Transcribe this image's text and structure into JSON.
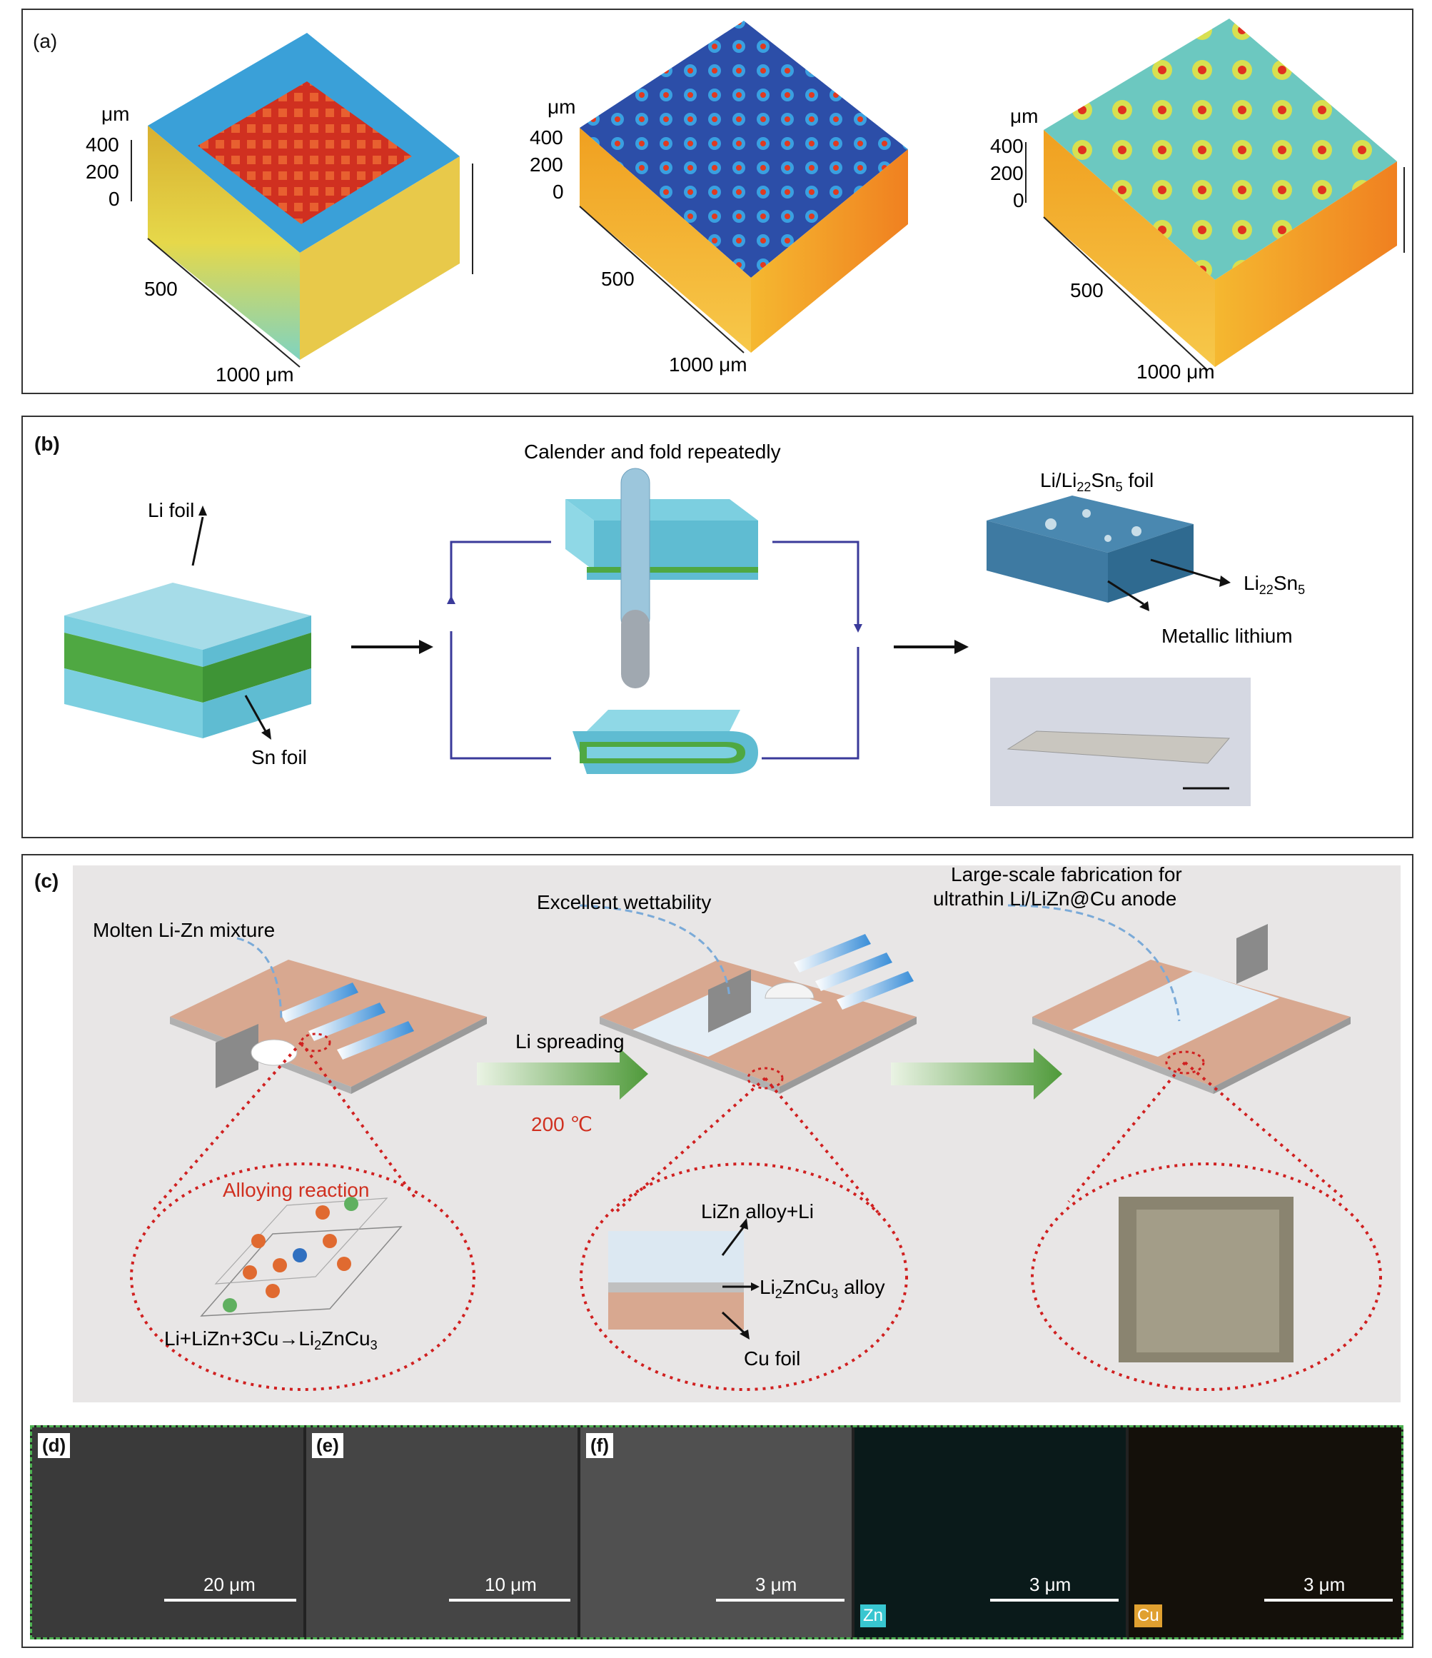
{
  "panel_a": {
    "label": "(a)",
    "plot1": {
      "unit": "μm",
      "z_ticks": [
        "400",
        "200",
        "0"
      ],
      "mid": "500",
      "end": "1000 μm"
    },
    "plot2": {
      "unit": "μm",
      "z_ticks": [
        "400",
        "200",
        "0"
      ],
      "mid": "500",
      "end": "1000 μm"
    },
    "plot3": {
      "unit": "μm",
      "z_ticks": [
        "400",
        "200",
        "0"
      ],
      "mid": "500",
      "end": "1000 μm"
    }
  },
  "panel_b": {
    "label": "(b)",
    "title": "Calender and fold repeatedly",
    "li_foil": "Li foil",
    "sn_foil": "Sn foil",
    "product_pre": "Li/Li",
    "product_sub1": "22",
    "product_mid": "Sn",
    "product_sub2": "5",
    "product_post": " foil",
    "phase_pre": "Li",
    "phase_sub1": "22",
    "phase_mid": "Sn",
    "phase_sub2": "5",
    "metallic": "Metallic lithium"
  },
  "panel_c": {
    "label": "(c)",
    "molten": "Molten Li-Zn mixture",
    "wettability": "Excellent wettability",
    "large_scale_1": "Large-scale fabrication for",
    "large_scale_2": "ultrathin Li/LiZn@Cu anode",
    "spreading": "Li spreading",
    "temp": "200 ℃",
    "alloying": "Alloying reaction",
    "reaction": "Li+LiZn+3Cu→Li",
    "reaction_sub": "2",
    "reaction_post": "ZnCu",
    "reaction_sub2": "3",
    "lizn_li": "LiZn alloy+Li",
    "alloy_pre": "Li",
    "alloy_sub1": "2",
    "alloy_mid": "ZnCu",
    "alloy_sub2": "3",
    "alloy_post": " alloy",
    "cu_foil": "Cu foil"
  },
  "panel_d": {
    "label": "(d)",
    "scale": "20 μm"
  },
  "panel_e": {
    "label": "(e)",
    "scale": "10 μm"
  },
  "panel_f": {
    "label": "(f)",
    "scale": "3 μm"
  },
  "map_zn": {
    "element": "Zn",
    "scale": "3 μm",
    "color": "#38c6d0"
  },
  "map_cu": {
    "element": "Cu",
    "scale": "3 μm",
    "color": "#e0a030"
  }
}
